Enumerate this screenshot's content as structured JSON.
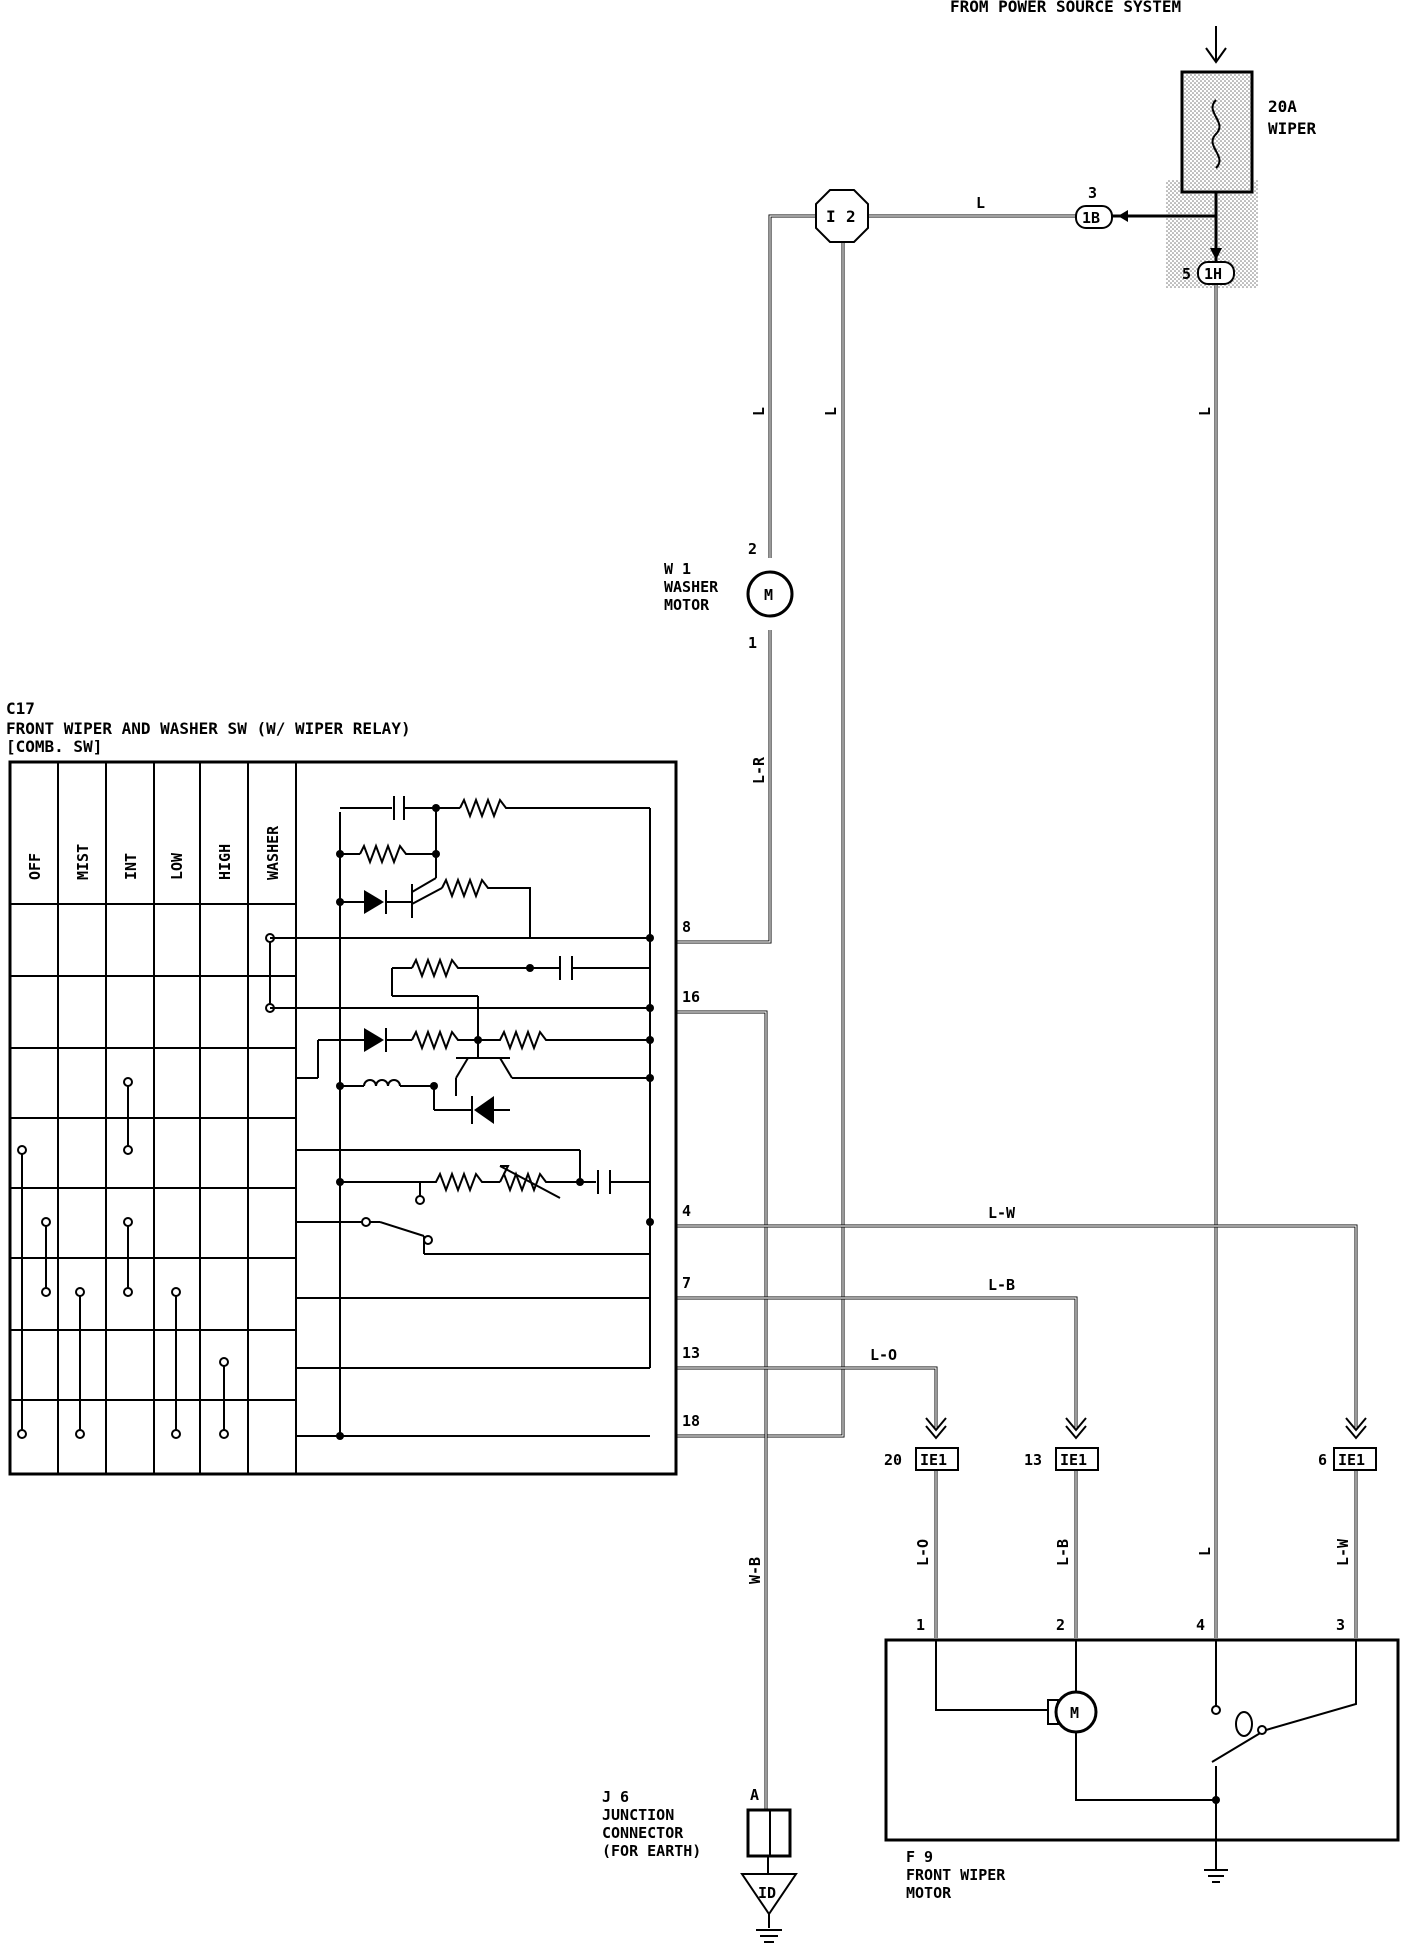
{
  "header": {
    "power_source": "FROM POWER SOURCE SYSTEM"
  },
  "fuse": {
    "rating": "20A",
    "name": "WIPER"
  },
  "connectors": {
    "ib": {
      "pin": "3",
      "code": "1B"
    },
    "ih": {
      "pin": "5",
      "code": "1H"
    },
    "i2": {
      "left": "I",
      "right": "2"
    },
    "ie1_a": {
      "pin": "20",
      "code": "IE1"
    },
    "ie1_b": {
      "pin": "13",
      "code": "IE1"
    },
    "ie1_c": {
      "pin": "6",
      "code": "IE1"
    },
    "id": {
      "code": "ID"
    }
  },
  "washer_motor": {
    "id": "W 1",
    "line1": "WASHER",
    "line2": "MOTOR",
    "pin_top": "2",
    "pin_bottom": "1",
    "symbol": "M"
  },
  "switch": {
    "id": "C17",
    "title": "FRONT WIPER AND WASHER SW (W/ WIPER RELAY)",
    "subtitle": "[COMB. SW]",
    "columns": [
      "OFF",
      "MIST",
      "INT",
      "LOW",
      "HIGH",
      "WASHER"
    ],
    "pins": [
      "8",
      "16",
      "4",
      "7",
      "13",
      "18"
    ]
  },
  "wires": {
    "l_top": "L",
    "l_left": "L",
    "l_mid": "L",
    "l_right": "L",
    "l_right_low": "L",
    "l_r": "L-R",
    "l_w": "L-W",
    "l_b": "L-B",
    "l_o": "L-O",
    "w_b": "W-B",
    "l_o_v": "L-O",
    "l_b_v": "L-B",
    "l_w_v": "L-W"
  },
  "junction": {
    "id": "J 6",
    "line1": "JUNCTION",
    "line2": "CONNECTOR",
    "line3": "(FOR EARTH)",
    "pin": "A"
  },
  "wiper_motor": {
    "id": "F 9",
    "line1": "FRONT WIPER",
    "line2": "MOTOR",
    "pins": [
      "1",
      "2",
      "4",
      "3"
    ],
    "symbol": "M"
  }
}
